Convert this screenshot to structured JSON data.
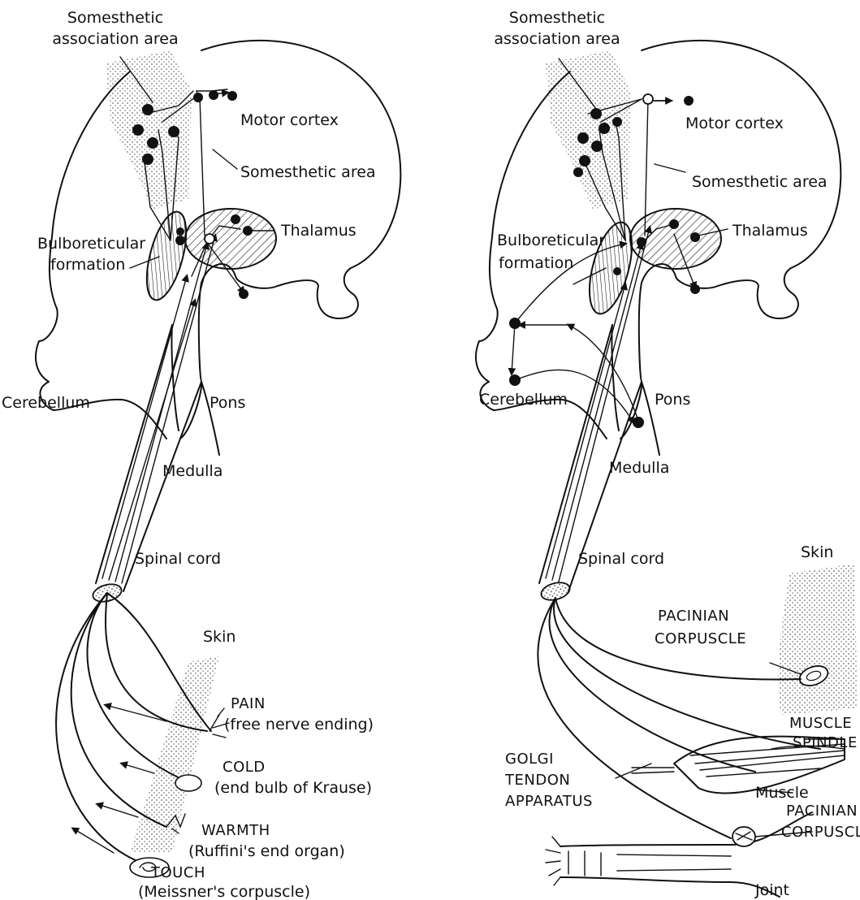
{
  "left": {
    "labels": {
      "association": [
        "Somesthetic",
        "association area"
      ],
      "motor_cortex": "Motor cortex",
      "somesthetic_area": "Somesthetic area",
      "thalamus": "Thalamus",
      "bulboreticular": [
        "Bulboreticular",
        "formation"
      ],
      "cerebellum": "Cerebellum",
      "pons": "Pons",
      "medulla": "Medulla",
      "spinal_cord": "Spinal cord",
      "skin": "Skin",
      "pain": [
        "PAIN",
        "(free nerve ending)"
      ],
      "cold": [
        "COLD",
        "(end bulb of Krause)"
      ],
      "warmth": [
        "WARMTH",
        "(Ruffini's end organ)"
      ],
      "touch": [
        "TOUCH",
        "(Meissner's corpuscle)"
      ]
    }
  },
  "right": {
    "labels": {
      "association": [
        "Somesthetic",
        "association area"
      ],
      "motor_cortex": "Motor cortex",
      "somesthetic_area": "Somesthetic area",
      "thalamus": "Thalamus",
      "bulboreticular": [
        "Bulboreticular",
        "formation"
      ],
      "cerebellum": "Cerebellum",
      "pons": "Pons",
      "medulla": "Medulla",
      "spinal_cord": "Spinal cord",
      "skin": "Skin",
      "pacinian_top": [
        "PACINIAN",
        "CORPUSCLE"
      ],
      "muscle_spindle": [
        "MUSCLE",
        "SPINDLE"
      ],
      "muscle": "Muscle",
      "golgi": [
        "GOLGI",
        "TENDON",
        "APPARATUS"
      ],
      "pacinian_bottom": [
        "PACINIAN",
        "CORPUSCLE"
      ],
      "joint": "Joint"
    }
  }
}
